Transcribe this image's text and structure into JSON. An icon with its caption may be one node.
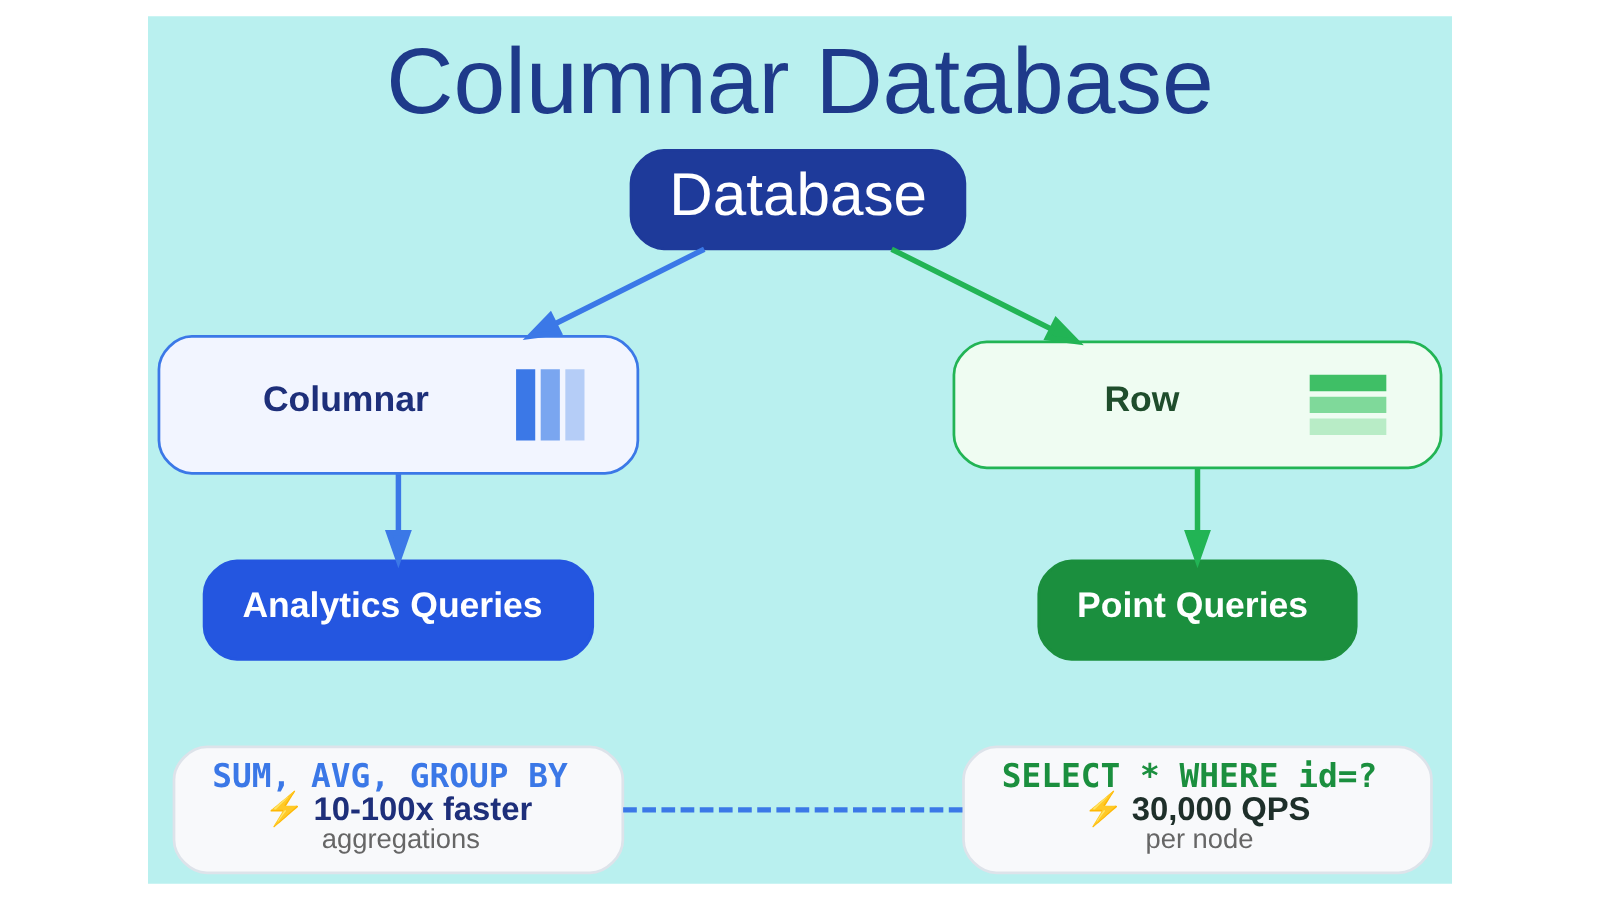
{
  "diagram": {
    "title": "Columnar Database",
    "nodes": [
      {
        "text": [
          "Database"
        ]
      },
      {
        "text": [
          "Columnar"
        ]
      },
      {
        "text": [
          "Row"
        ]
      },
      {
        "text": [
          "Analytics Queries"
        ]
      },
      {
        "text": [
          "Point Queries"
        ]
      },
      {
        "text": [
          "SUM, AVG, GROUP BY",
          "⚡ 10-100x faster",
          "aggregations"
        ]
      },
      {
        "text": [
          "SELECT * WHERE id=?",
          "⚡ 30,000 QPS",
          "per node"
        ]
      }
    ],
    "edges": [
      {
        "from": 0,
        "to": 1,
        "arrow": "to",
        "color": "#3b78e7"
      },
      {
        "from": 0,
        "to": 2,
        "arrow": "to",
        "color": "#22b455"
      },
      {
        "from": 1,
        "to": 3,
        "arrow": "to",
        "color": "#3b78e7"
      },
      {
        "from": 2,
        "to": 4,
        "arrow": "to",
        "color": "#22b455"
      },
      {
        "from": 5,
        "to": 6,
        "arrow": "none",
        "style": "dashed",
        "color": "#3b78e7"
      }
    ]
  }
}
